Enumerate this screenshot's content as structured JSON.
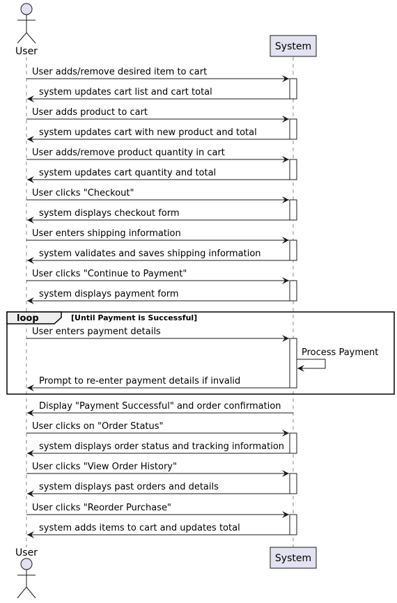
{
  "participants": {
    "user": "User",
    "system": "System"
  },
  "colors": {
    "participant_fill": "#E2E2F0",
    "participant_stroke": "#181818",
    "line": "#181818",
    "lifeline": "#888888"
  },
  "messages": [
    {
      "from": "user",
      "text": "User adds/remove desired item to cart"
    },
    {
      "from": "system",
      "text": "system updates cart list and cart total"
    },
    {
      "from": "user",
      "text": "User adds product to cart"
    },
    {
      "from": "system",
      "text": "system updates cart with new product and total"
    },
    {
      "from": "user",
      "text": "User adds/remove product quantity in cart"
    },
    {
      "from": "system",
      "text": "system updates cart quantity and total"
    },
    {
      "from": "user",
      "text": "User clicks \"Checkout\""
    },
    {
      "from": "system",
      "text": "system displays checkout form"
    },
    {
      "from": "user",
      "text": "User enters shipping information"
    },
    {
      "from": "system",
      "text": "system validates and saves shipping information"
    },
    {
      "from": "user",
      "text": "User clicks \"Continue to Payment\""
    },
    {
      "from": "system",
      "text": "system displays payment form"
    },
    {
      "from": "user",
      "text": "User enters payment details"
    },
    {
      "from": "system",
      "self": true,
      "text": "Process Payment"
    },
    {
      "from": "system",
      "text": "Prompt to re-enter payment details if invalid"
    },
    {
      "from": "system",
      "text": "Display \"Payment Successful\" and order confirmation"
    },
    {
      "from": "user",
      "text": "User clicks on \"Order Status\""
    },
    {
      "from": "system",
      "text": "system displays order status and tracking information"
    },
    {
      "from": "user",
      "text": "User clicks \"View Order History\""
    },
    {
      "from": "system",
      "text": "system displays past orders and details"
    },
    {
      "from": "user",
      "text": "User clicks \"Reorder Purchase\""
    },
    {
      "from": "system",
      "text": "system adds items to cart and updates total"
    }
  ],
  "loop": {
    "keyword": "loop",
    "condition": "[Until Payment is Successful]"
  }
}
